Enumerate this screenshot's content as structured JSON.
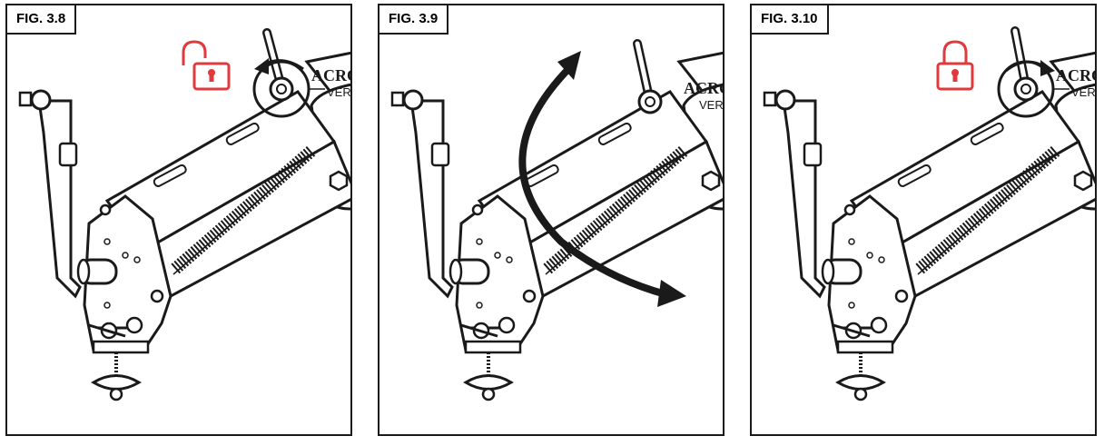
{
  "figures": [
    {
      "label": "FIG. 3.8",
      "lock_state": "unlocked",
      "rotation": "counterclockwise",
      "brand_text": "ACRO",
      "brand_sub": "VER"
    },
    {
      "label": "FIG. 3.9",
      "motion": "arm swing",
      "brand_text": "ACRO",
      "brand_sub": "VER"
    },
    {
      "label": "FIG. 3.10",
      "lock_state": "locked",
      "rotation": "clockwise",
      "brand_text": "ACRO",
      "brand_sub": "VER"
    }
  ],
  "colors": {
    "lock_icon": "#e03a3e",
    "line": "#1a1a1a",
    "arrow": "#1a1a1a"
  }
}
